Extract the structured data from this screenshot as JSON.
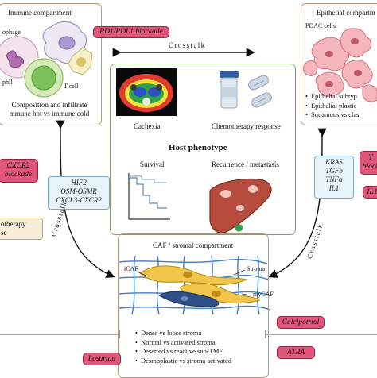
{
  "immune": {
    "title": "Immune compartment",
    "labels": {
      "macrophage": "ophage",
      "neutrophil": "phil",
      "tcell": "T cell"
    },
    "description": [
      "Composition and infiltrate",
      "mmune hot vs immune cold"
    ]
  },
  "epithelial": {
    "title": "Epithelial compartm",
    "labels": {
      "pdac": "PDAC cells"
    },
    "items": [
      "Epithelial subtyp",
      "Epithelial plastic",
      "Squamous vs clas"
    ]
  },
  "host": {
    "title": "Host phenotype",
    "labels": {
      "cachexia": "Cachexia",
      "chemo": "Chemotherapy response",
      "survival": "Survival",
      "recurrence": "Recurrence / metastasis"
    }
  },
  "caf": {
    "title": "CAF / stromal compartment",
    "labels": {
      "icaf": "iCAF",
      "stroma": "Stroma",
      "mycaf": "myCAF"
    },
    "items": [
      "Dense vs loose stroma",
      "Normal vs activated stroma",
      "Deserted vs reactive sub-TME",
      "Desmoplastic vs stroma activated"
    ]
  },
  "crosstalk": {
    "top": "Crosstalk",
    "left": "Crosstalk",
    "right": "Crosstalk"
  },
  "drugs": {
    "pd1": "PD1/PDL1 blockade",
    "cxcr2": [
      "CXCR2",
      "blockade"
    ],
    "chemo_left": [
      "otherapy",
      "se"
    ],
    "right_top": [
      "T",
      "block"
    ],
    "right_il": "IL1",
    "calcipotriol": "Calcipotriol",
    "atra": "ATRA",
    "losartan": "Losartan"
  },
  "molecules": {
    "left": [
      "HIF2",
      "OSM-OSMR",
      "CXCL3-CXCR2"
    ],
    "right": [
      "KRAS",
      "TGFb",
      "TNFa",
      "IL1"
    ]
  },
  "colors": {
    "panel_bg": "#fbf2ea",
    "host_bg": "#edf4e4",
    "drug": "#e0567a",
    "molecule": "#e7f3fa"
  }
}
